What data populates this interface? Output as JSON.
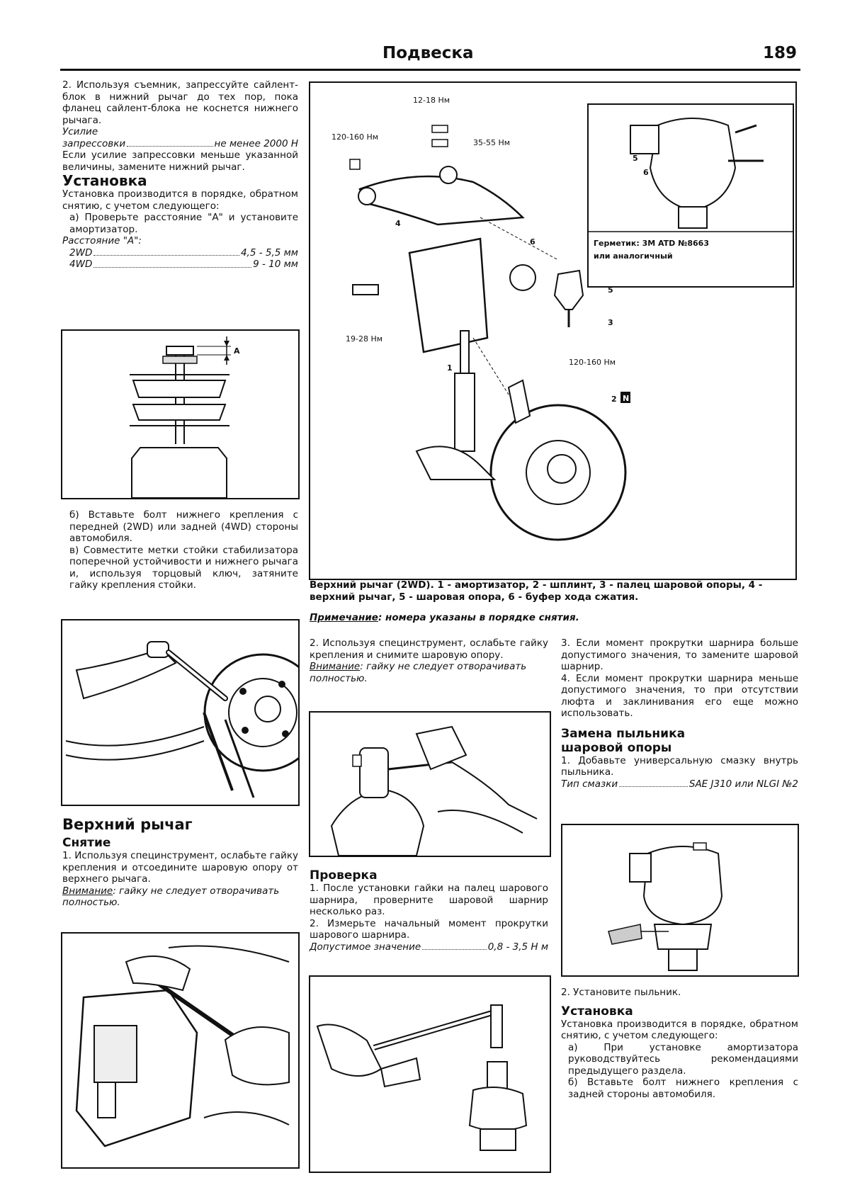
{
  "header": {
    "title": "Подвеска",
    "page_number": "189"
  },
  "left": {
    "p1": "2. Используя съемник, запрессуйте сайлент-блок в нижний рычаг до тех пор, пока фланец сайлент-блока не коснется нижнего рычага.",
    "force_label1": "Усилие",
    "force_label2": "запрессовки",
    "force_value": "не менее 2000 Н",
    "p2": "Если усилие запрессовки меньше указанной величины, замените нижний рычаг.",
    "install_heading": "Установка",
    "install_p": "Установка производится в порядке, обратном снятию, с учетом следующего:",
    "install_a": "а) Проверьте расстояние \"А\" и установите амортизатор.",
    "dist_label": "Расстояние \"А\":",
    "dist_2wd_key": "2WD",
    "dist_2wd_val": "4,5 - 5,5 мм",
    "dist_4wd_key": "4WD",
    "dist_4wd_val": "9 - 10 мм",
    "fig_a_label": "A",
    "install_b": "б) Вставьте болт нижнего крепления с передней (2WD) или задней (4WD) стороны автомобиля.",
    "install_c": "в) Совместите метки стойки стабилизатора поперечной устойчивости и нижнего рычага и, используя торцовый ключ, затяните гайку крепления стойки.",
    "upper_heading": "Верхний рычаг",
    "removal_heading": "Снятие",
    "removal_p1": "1. Используя специнструмент, ослабьте гайку крепления и отсоедините шаровую опору от верхнего рычага.",
    "warn_label": "Внимание",
    "warn_text": ": гайку не следует отворачивать полностью."
  },
  "main_figure": {
    "labels": {
      "t1": "12-18 Нм",
      "t2": "120-160 Нм",
      "t3": "35-55 Нм",
      "t4": "19-28 Нм",
      "t5": "120-160 Нм",
      "n1": "1",
      "n2": "2",
      "n3": "3",
      "n4": "4",
      "n5": "5",
      "n6": "6",
      "n5i": "5",
      "n6i": "6",
      "nN": "N"
    },
    "inset_text1": "Герметик: 3M ATD №8663",
    "inset_text2": "или аналогичный"
  },
  "caption": "Верхний рычаг (2WD). 1 - амортизатор, 2 - шплинт, 3 - палец шаровой опоры, 4 - верхний рычаг, 5 - шаровая опора, 6 - буфер хода сжатия.",
  "note_label": "Примечание",
  "note_text": ": номера указаны в порядке снятия.",
  "middle": {
    "p2": "2. Используя специнструмент, ослабьте гайку крепления и снимите шаровую опору.",
    "warn_label": "Внимание",
    "warn_text": ": гайку не следует отворачивать полностью.",
    "check_heading": "Проверка",
    "check_p1": "1. После установки гайки на палец шарового шарнира, проверните шаровой шарнир несколько раз.",
    "check_p2": "2. Измерьте начальный момент прокрутки шарового шарнира.",
    "allowed_label": "Допустимое значение",
    "allowed_value": "0,8 - 3,5 Н м"
  },
  "right": {
    "p3": "3. Если момент прокрутки шарнира больше допустимого значения, то замените шаровой шарнир.",
    "p4": "4. Если момент прокрутки шарнира меньше допустимого значения, то при отсутствии люфта и заклинивания его еще можно использовать.",
    "boot_heading1": "Замена пыльника",
    "boot_heading2": "шаровой опоры",
    "boot_p1": "1. Добавьте универсальную смазку внутрь пыльника.",
    "grease_label": "Тип смазки",
    "grease_value": "SAE J310 или NLGI №2",
    "boot_p2": "2. Установите пыльник.",
    "install_heading": "Установка",
    "install_p": "Установка производится в порядке, обратном снятию, с учетом следующего:",
    "install_a": "а) При установке амортизатора руководствуйтесь рекомендациями предыдущего раздела.",
    "install_b": "б) Вставьте болт нижнего крепления с задней стороны автомобиля."
  }
}
